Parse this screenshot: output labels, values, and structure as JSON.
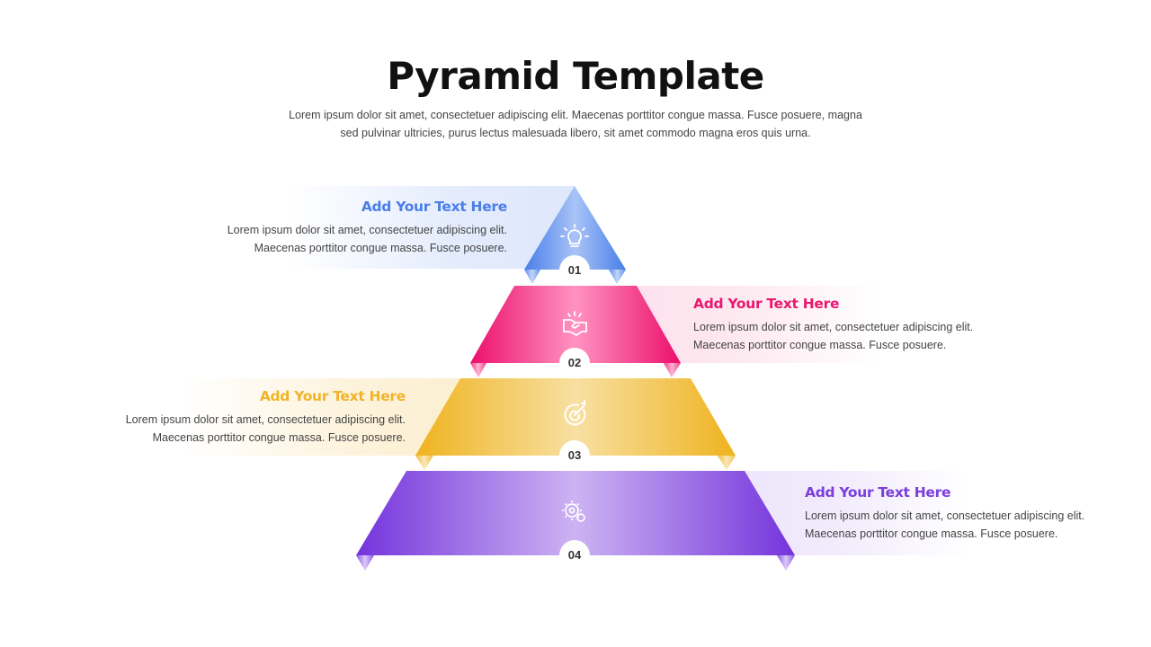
{
  "header": {
    "title": "Pyramid Template",
    "subtitle_line1": "Lorem ipsum dolor sit amet, consectetuer adipiscing elit. Maecenas porttitor congue massa. Fusce posuere, magna",
    "subtitle_line2": "sed pulvinar ultricies, purus lectus malesuada libero, sit amet commodo magna eros quis urna."
  },
  "tiers": [
    {
      "number": "01",
      "icon": "lightbulb-icon",
      "heading": "Add Your Text Here",
      "line1": "Lorem ipsum dolor sit amet, consectetuer adipiscing elit.",
      "line2": "Maecenas porttitor congue massa. Fusce posuere.",
      "color": "#4a7ee8",
      "side": "left"
    },
    {
      "number": "02",
      "icon": "handshake-icon",
      "heading": "Add Your Text Here",
      "line1": "Lorem ipsum dolor sit amet, consectetuer adipiscing elit.",
      "line2": "Maecenas porttitor congue massa. Fusce posuere.",
      "color": "#e8196e",
      "side": "right"
    },
    {
      "number": "03",
      "icon": "target-icon",
      "heading": "Add Your Text Here",
      "line1": "Lorem ipsum dolor sit amet, consectetuer adipiscing elit.",
      "line2": "Maecenas porttitor congue massa. Fusce posuere.",
      "color": "#f0b429",
      "side": "left"
    },
    {
      "number": "04",
      "icon": "gears-icon",
      "heading": "Add Your Text Here",
      "line1": "Lorem ipsum dolor sit amet, consectetuer adipiscing elit.",
      "line2": "Maecenas porttitor congue massa. Fusce posuere.",
      "color": "#7a3fdc",
      "side": "right"
    }
  ]
}
